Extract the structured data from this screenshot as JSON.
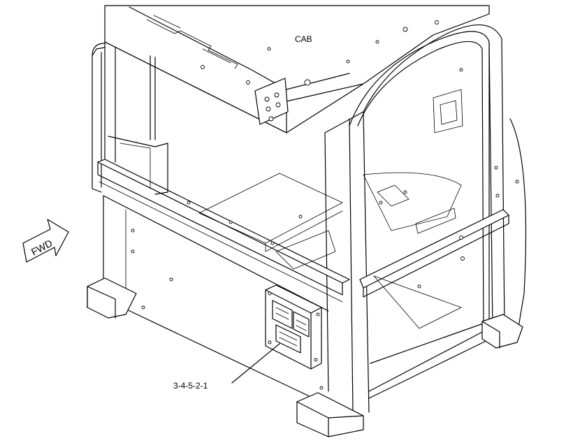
{
  "labels": {
    "cab": "CAB",
    "fwd": "FWD",
    "callout": "3-4-5-2-1"
  }
}
